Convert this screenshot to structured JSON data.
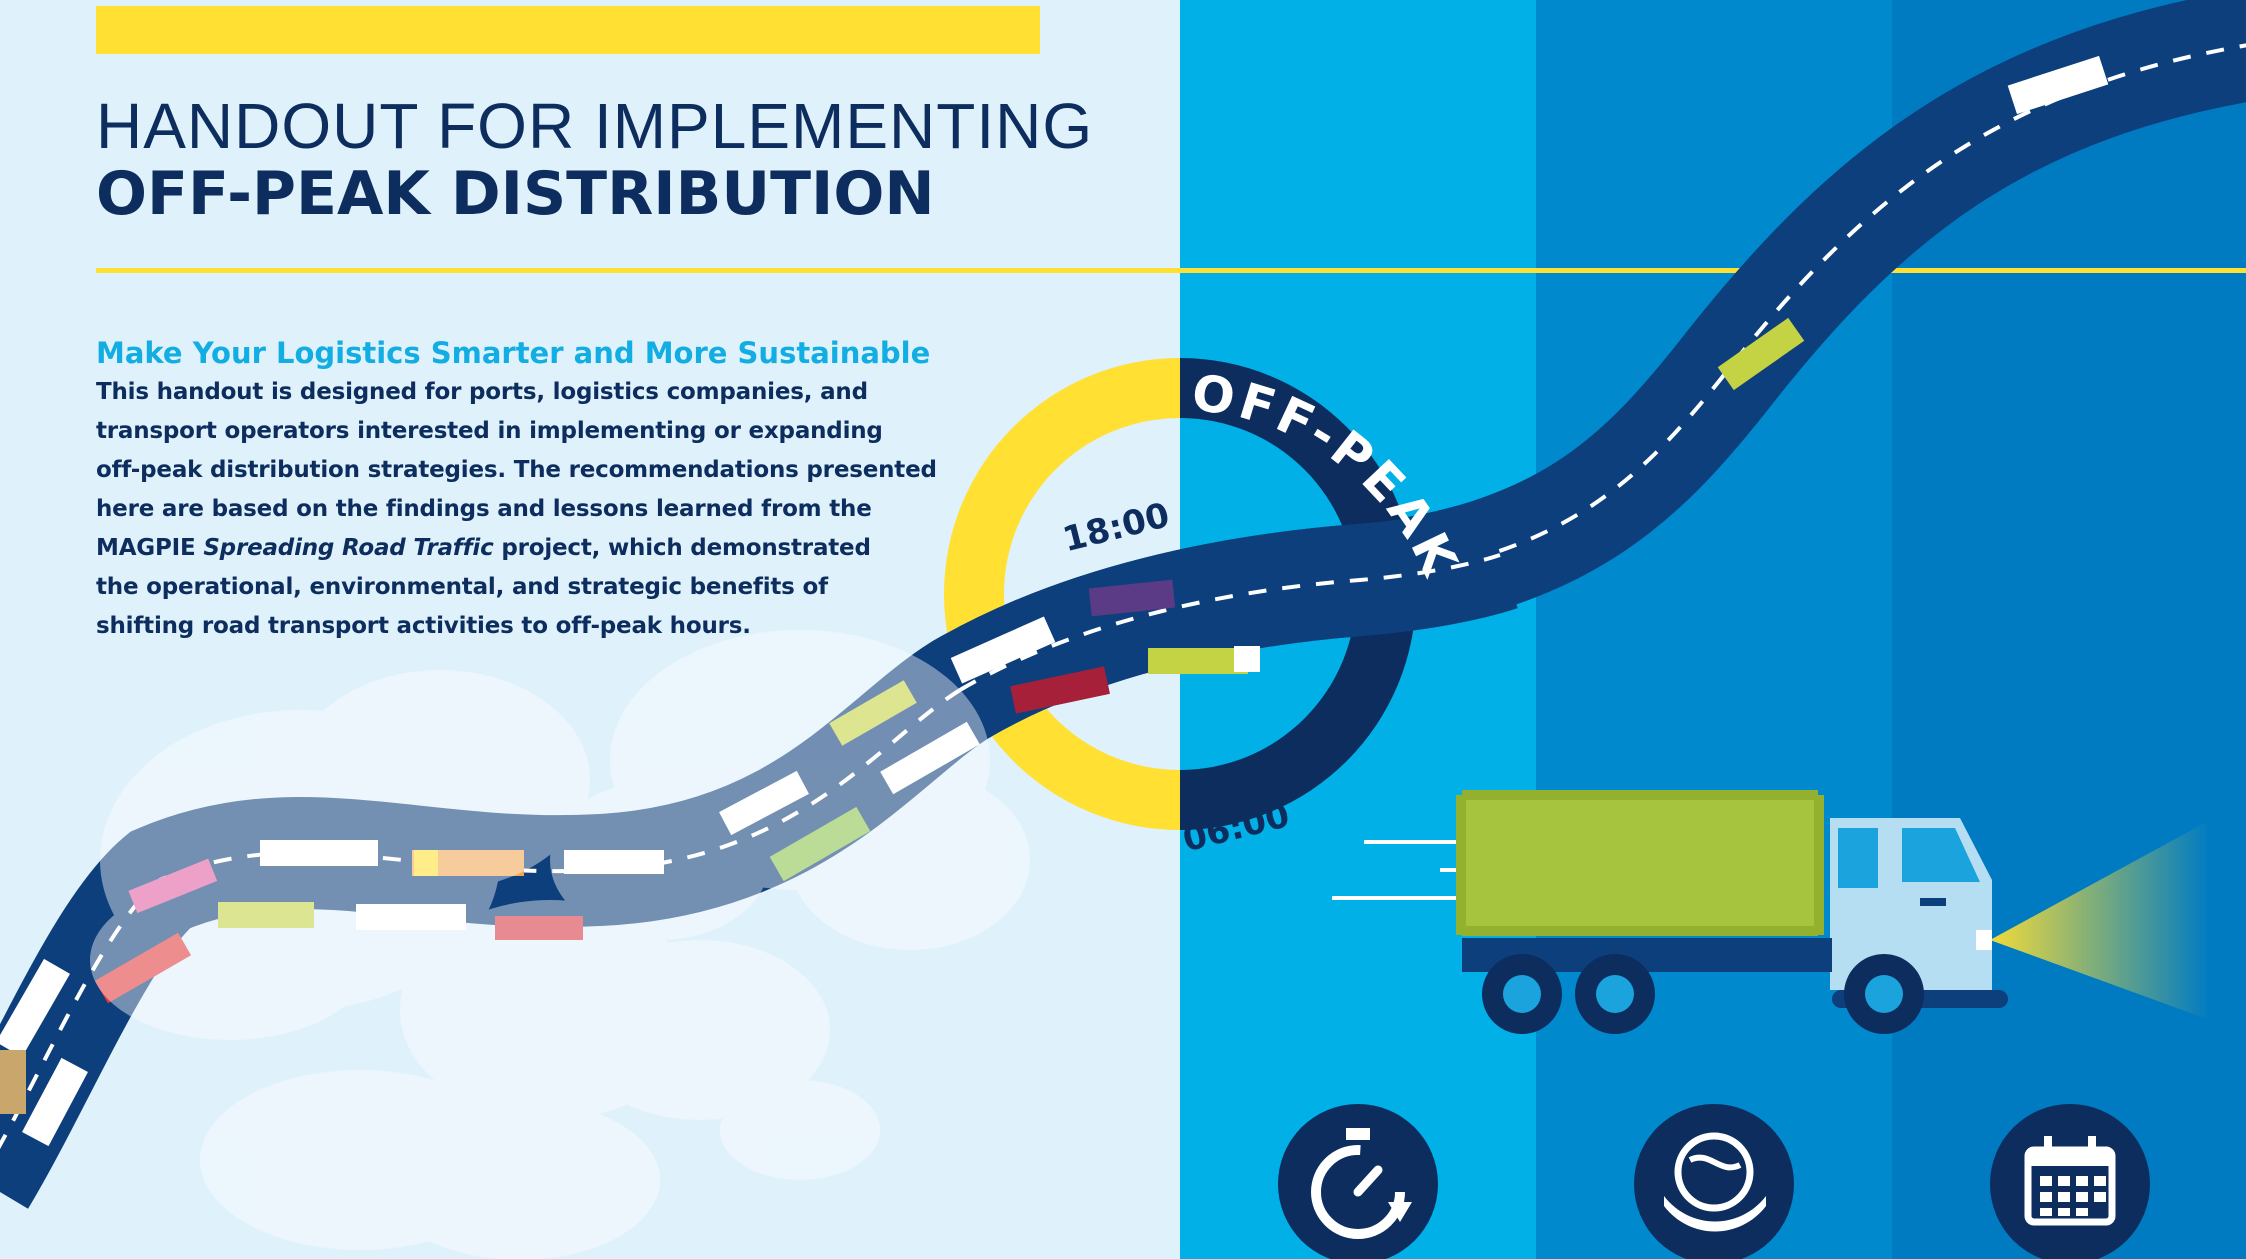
{
  "header": {
    "title_line1": "HANDOUT FOR IMPLEMENTING",
    "title_line2": "OFF-PEAK DISTRIBUTION"
  },
  "intro": {
    "heading": "Make Your Logistics Smarter and More Sustainable",
    "lines": [
      "This handout is designed for ports, logistics companies, and",
      "transport operators interested in implementing or expanding",
      "off-peak distribution strategies. The recommendations presented",
      "here are based on the findings and lessons learned from the"
    ],
    "line5_prefix": "MAGPIE ",
    "line5_italic": "Spreading Road Traffic",
    "line5_suffix": " project, which demonstrated",
    "lines_end": [
      "the operational, environmental, and strategic benefits of",
      "shifting road transport activities to off-peak hours."
    ]
  },
  "clock": {
    "label": "OFF-PEAK",
    "time_start": "18:00",
    "time_end": "06:00"
  },
  "icons": [
    "stopwatch-icon",
    "globe-hand-icon",
    "calendar-icon"
  ],
  "colors": {
    "navy": "#0c2d5e",
    "road": "#0d3f7d",
    "light_bg": "#dff1fb",
    "cyan_panel": "#00b0e6",
    "mid_panel": "#0089cc",
    "dark_panel": "#007bc2",
    "yellow": "#ffe033",
    "accent_cyan": "#12ade2",
    "truck_green": "#a7c43e"
  }
}
